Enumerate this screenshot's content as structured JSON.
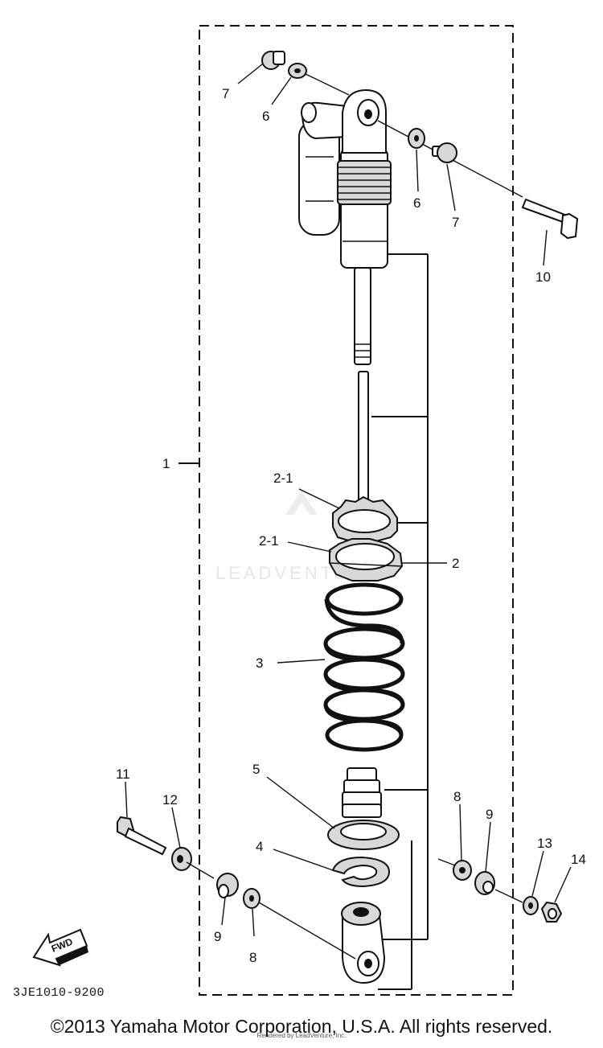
{
  "diagram": {
    "callouts": {
      "c1": "1",
      "c2_1_upper": "2-1",
      "c2_1_lower": "2-1",
      "c2": "2",
      "c3": "3",
      "c4": "4",
      "c5": "5",
      "c6_left": "6",
      "c6_right": "6",
      "c7_left": "7",
      "c7_right": "7",
      "c8_left": "8",
      "c8_right": "8",
      "c9_left": "9",
      "c9_right": "9",
      "c10": "10",
      "c11": "11",
      "c12": "12",
      "c13": "13",
      "c14": "14"
    },
    "fwd_label": "FWD",
    "part_code": "3JE1010-9200",
    "watermark": "LEADVENTURE"
  },
  "footer": {
    "copyright": "©2013 Yamaha Motor Corporation, U.S.A. All rights reserved.",
    "rendered_by": "Rendered by LeadVenture, Inc."
  }
}
